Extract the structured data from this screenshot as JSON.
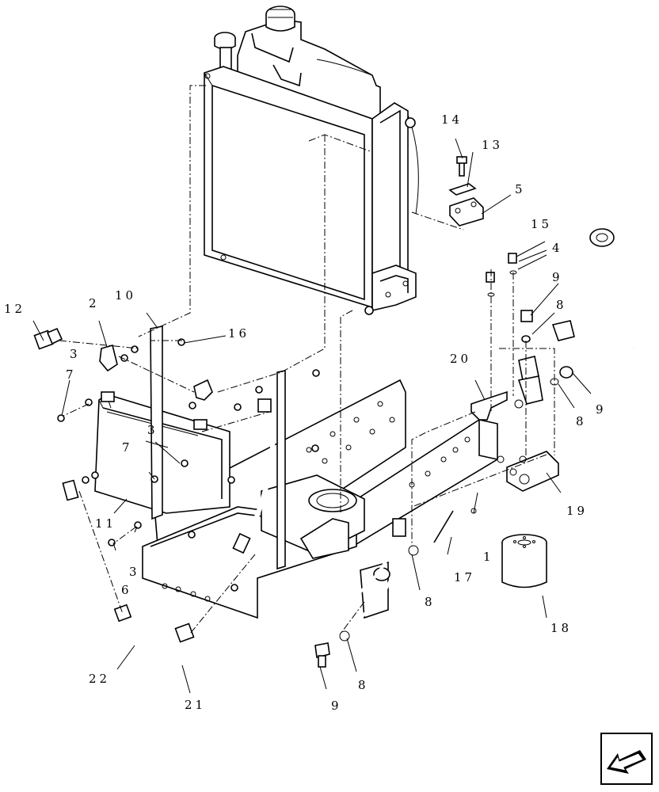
{
  "callouts": [
    {
      "id": "c1",
      "text": "1"
    },
    {
      "id": "c3a",
      "text": "3"
    },
    {
      "id": "c3b",
      "text": "3"
    },
    {
      "id": "c3c",
      "text": "3"
    },
    {
      "id": "c4",
      "text": "4"
    },
    {
      "id": "c5",
      "text": "5"
    },
    {
      "id": "c6",
      "text": "6"
    },
    {
      "id": "c7a",
      "text": "7"
    },
    {
      "id": "c7b",
      "text": "7"
    },
    {
      "id": "c8a",
      "text": "8"
    },
    {
      "id": "c8b",
      "text": "8"
    },
    {
      "id": "c8c",
      "text": "8"
    },
    {
      "id": "c8d",
      "text": "8"
    },
    {
      "id": "c9a",
      "text": "9"
    },
    {
      "id": "c9b",
      "text": "9"
    },
    {
      "id": "c9c",
      "text": "9"
    },
    {
      "id": "c2",
      "text": "2"
    },
    {
      "id": "c10",
      "text": "10"
    },
    {
      "id": "c11",
      "text": "11"
    },
    {
      "id": "c12",
      "text": "12"
    },
    {
      "id": "c13",
      "text": "13"
    },
    {
      "id": "c14",
      "text": "14"
    },
    {
      "id": "c15",
      "text": "15"
    },
    {
      "id": "c16",
      "text": "16"
    },
    {
      "id": "c17",
      "text": "17"
    },
    {
      "id": "c18",
      "text": "18"
    },
    {
      "id": "c19",
      "text": "19"
    },
    {
      "id": "c20",
      "text": "20"
    },
    {
      "id": "c21",
      "text": "21"
    },
    {
      "id": "c22",
      "text": "22"
    }
  ]
}
